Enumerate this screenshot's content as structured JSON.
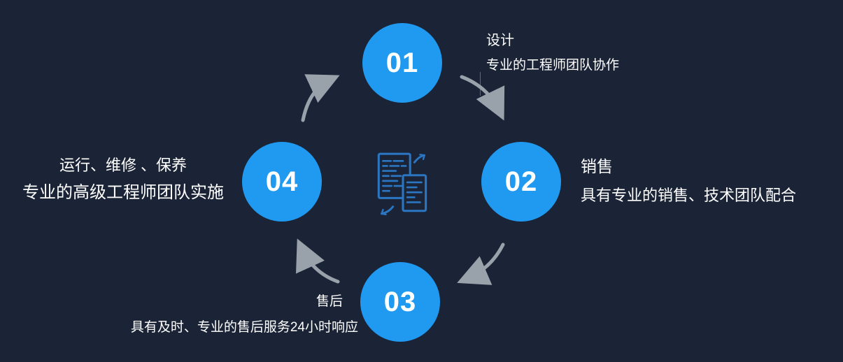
{
  "diagram_title": "service-process-cycle",
  "colors": {
    "background": "#1b2437",
    "circle": "#1f9af0",
    "number_text": "#ffffff",
    "label_text": "#ffffff",
    "arrow": "#99a1ab",
    "center_icon": "#2b76c2"
  },
  "steps": [
    {
      "number": "01",
      "title": "设计",
      "description": "专业的工程师团队协作"
    },
    {
      "number": "02",
      "title": "销售",
      "description": "具有专业的销售、技术团队配合"
    },
    {
      "number": "03",
      "title": "售后",
      "description": "具有及时、专业的售后服务24小时响应"
    },
    {
      "number": "04",
      "title": "运行、维修 、保养",
      "description": "专业的高级工程师团队实施"
    }
  ],
  "center_icon": "document-code-transfer-icon"
}
